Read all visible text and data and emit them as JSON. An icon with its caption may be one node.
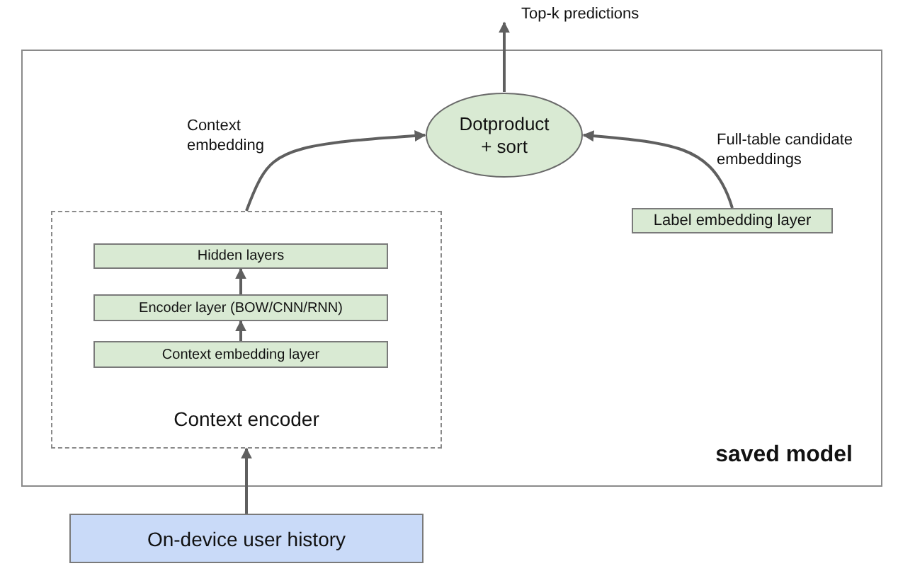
{
  "diagram": {
    "nodes": [
      {
        "text": [
          "saved model"
        ]
      },
      {
        "text": [
          "Dotproduct + sort"
        ],
        "in": 0
      },
      {
        "text": [
          "Context encoder"
        ],
        "in": 0
      },
      {
        "text": [
          "Hidden layers"
        ],
        "in": 2
      },
      {
        "text": [
          "Encoder layer (BOW/CNN/RNN)"
        ],
        "in": 2
      },
      {
        "text": [
          "Context embedding layer"
        ],
        "in": 2
      },
      {
        "text": [
          "Label embedding layer"
        ],
        "in": 0
      },
      {
        "text": [
          "On-device user history"
        ]
      },
      {
        "text": [
          "Top-k predictions"
        ]
      }
    ],
    "edges": [
      {
        "from": 2,
        "to": 1,
        "arrow": "to",
        "label": "Context embedding"
      },
      {
        "from": 6,
        "to": 1,
        "arrow": "to",
        "label": "Full-table candidate embeddings"
      },
      {
        "from": 1,
        "to": 8,
        "arrow": "to"
      },
      {
        "from": 5,
        "to": 4,
        "arrow": "to"
      },
      {
        "from": 4,
        "to": 3,
        "arrow": "to"
      },
      {
        "from": 7,
        "to": 2,
        "arrow": "to"
      }
    ]
  }
}
